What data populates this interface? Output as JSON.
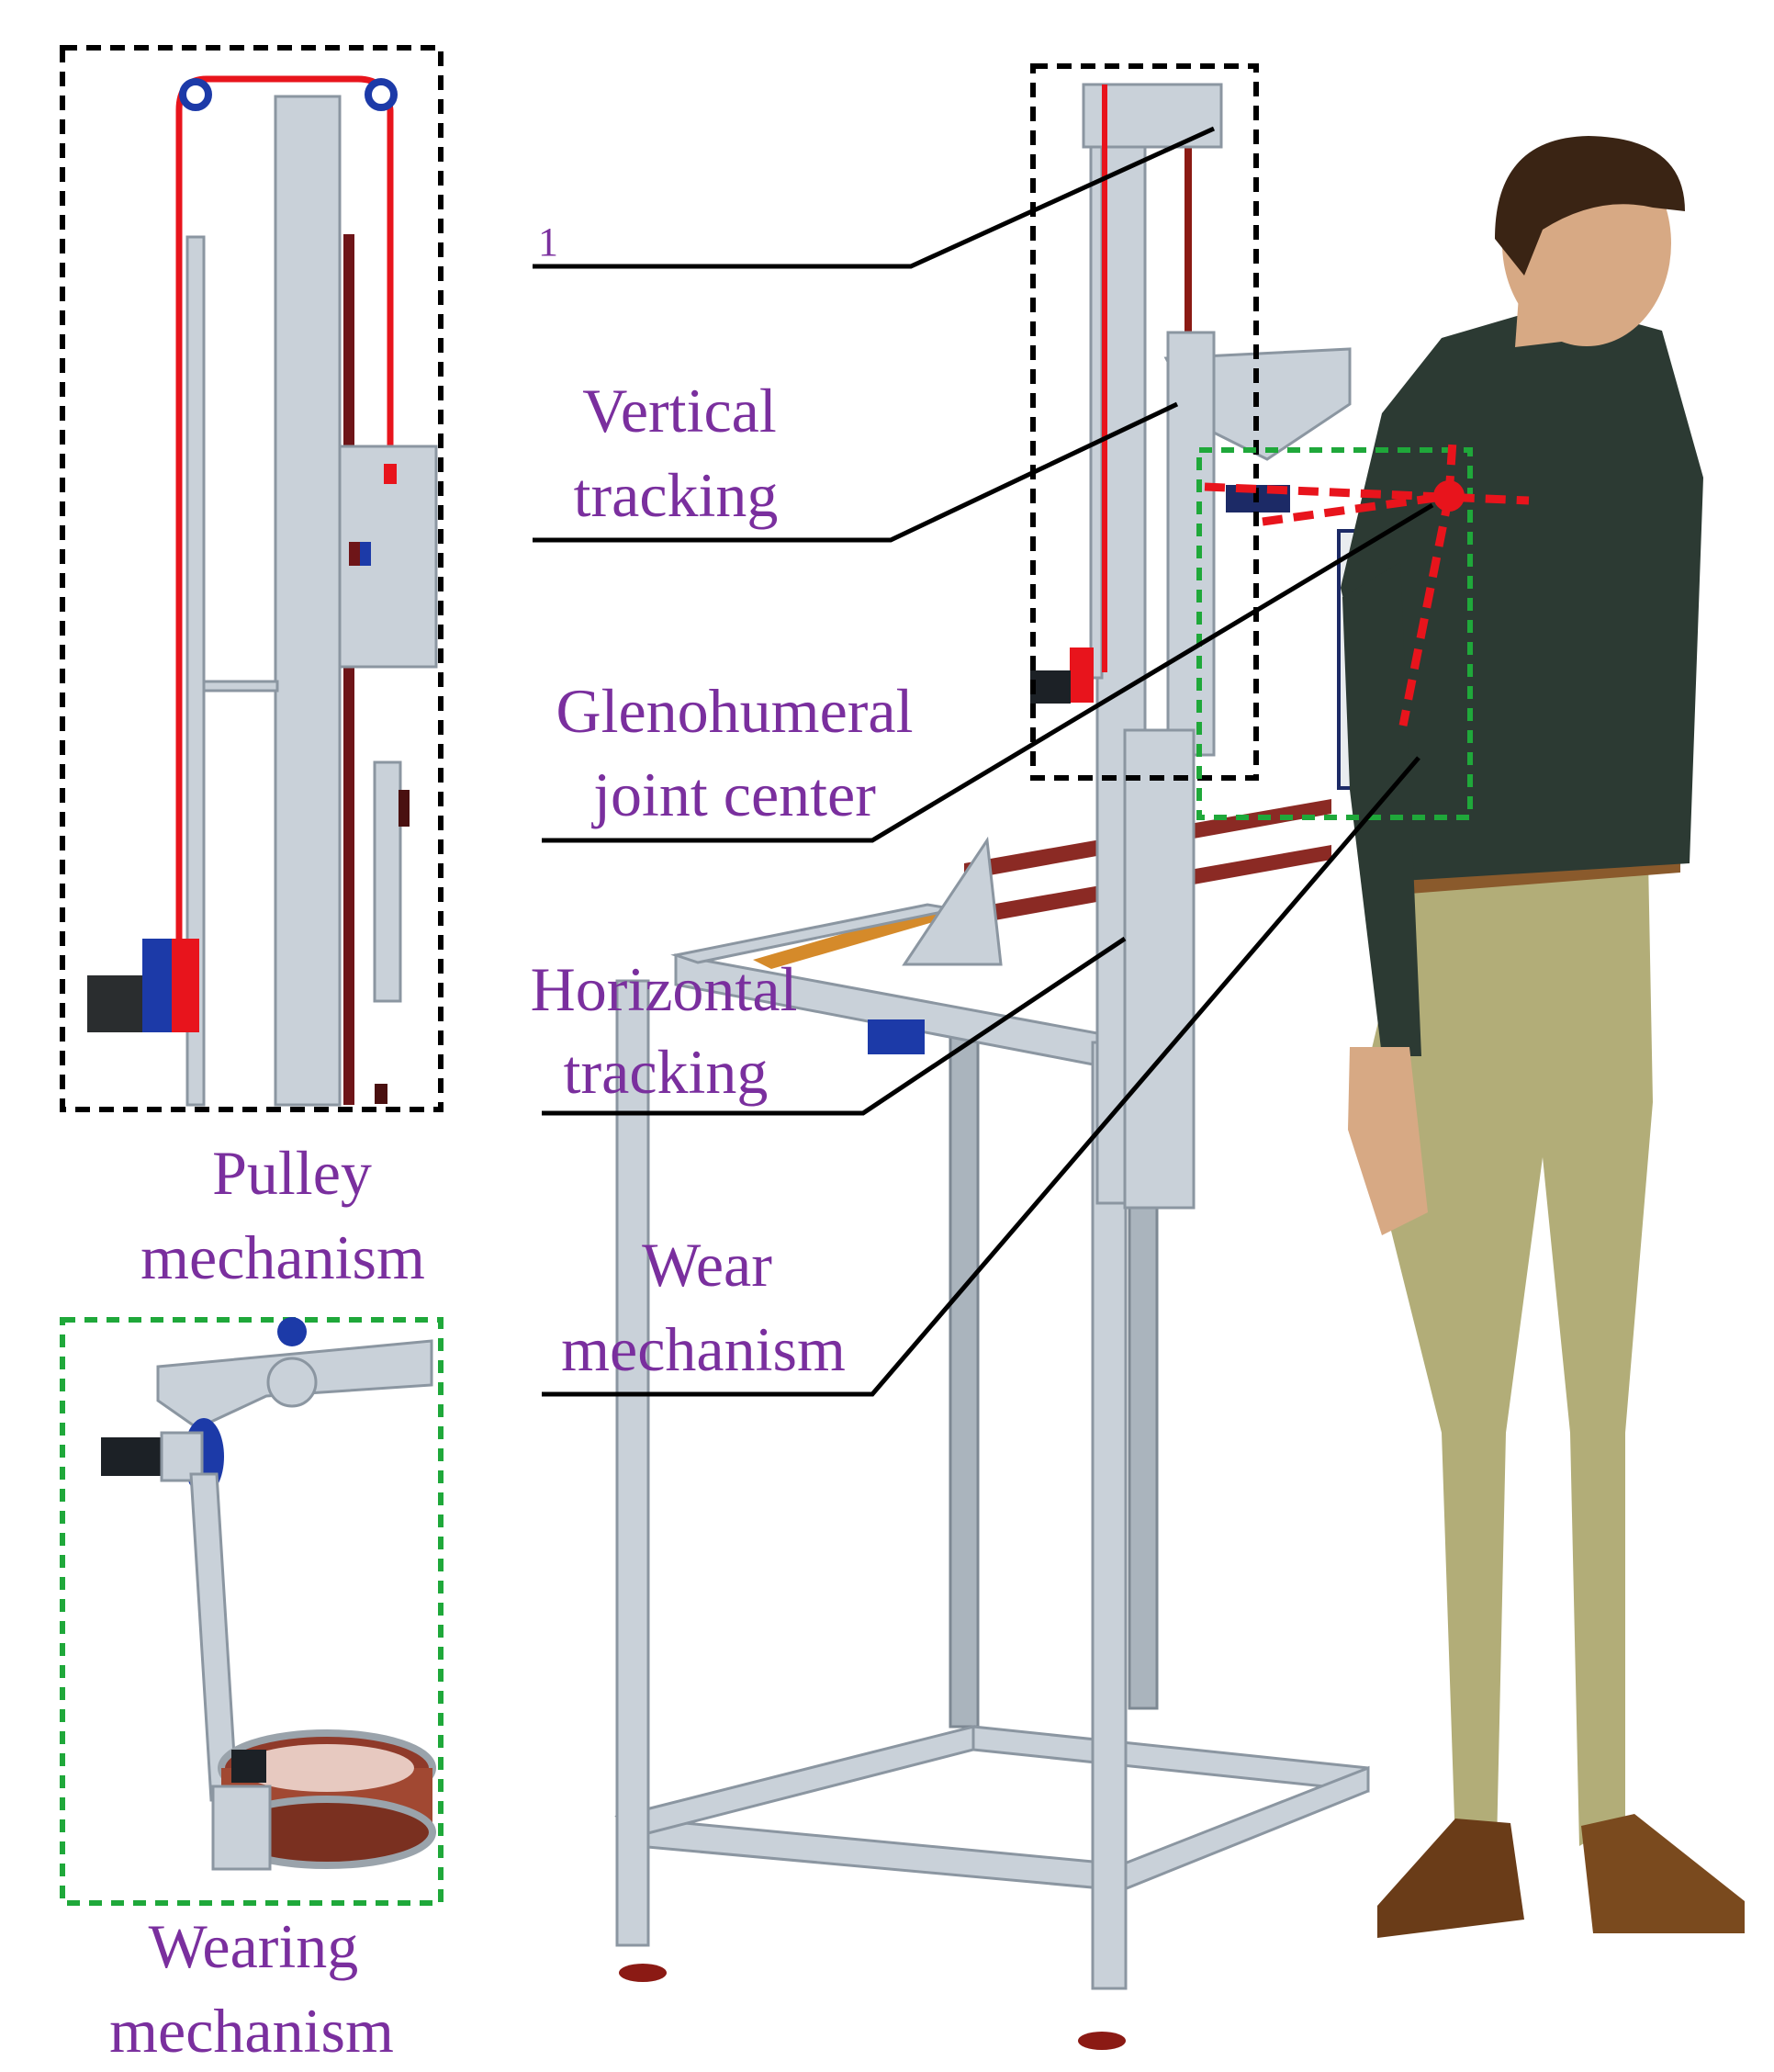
{
  "labels": {
    "l1": "1",
    "vertical_1": "Vertical",
    "vertical_2": "tracking",
    "gleno_1": "Glenohumeral",
    "gleno_2": "joint center",
    "horizontal_1": "Horizontal",
    "horizontal_2": "tracking",
    "wear_1": "Wear",
    "wear_2": "mechanism",
    "pulley_1": "Pulley",
    "pulley_2": "mechanism",
    "wearing_1": "Wearing",
    "wearing_2": "mechanism"
  },
  "colors": {
    "label_text": "#7a2f9e",
    "pulley_box": "#000000",
    "wear_box": "#1fa83a",
    "cable": "#e8141c",
    "joint_marker": "#e8141c",
    "frame_metal": "#c9d1d9",
    "shirt": "#2c3a33",
    "pants": "#b2ad78",
    "skin": "#d7a984",
    "hair": "#3a2414",
    "shoes": "#7a4a1e"
  }
}
